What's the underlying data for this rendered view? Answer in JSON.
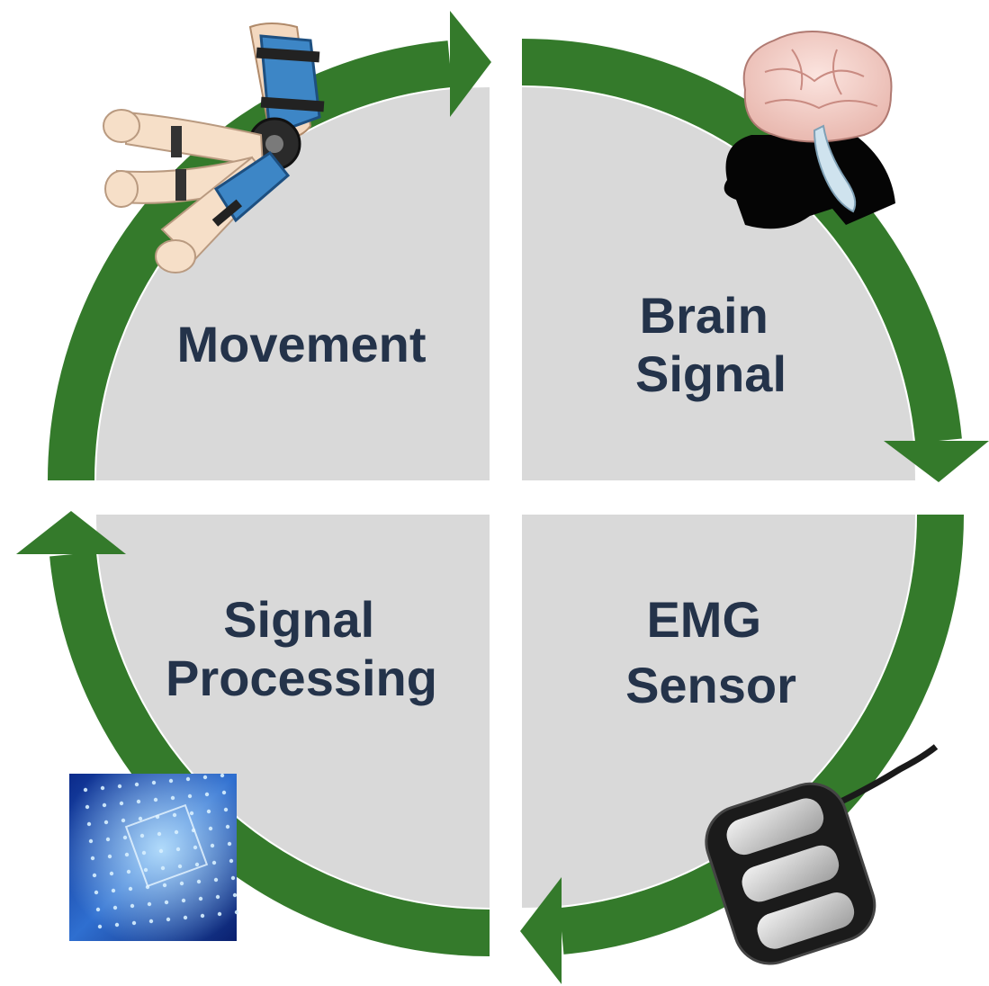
{
  "diagram": {
    "stages": [
      {
        "id": "movement",
        "lines": [
          "Movement"
        ],
        "icon": "arm-brace-icon"
      },
      {
        "id": "brain-signal",
        "lines": [
          "Brain",
          "Signal"
        ],
        "icon": "brain-head-icon"
      },
      {
        "id": "emg-sensor",
        "lines": [
          "EMG",
          "Sensor"
        ],
        "icon": "emg-electrode-icon"
      },
      {
        "id": "signal-processing",
        "lines": [
          "Signal",
          "Processing"
        ],
        "icon": "microchip-icon"
      }
    ],
    "flow": "clockwise",
    "colors": {
      "ring": "#347a2b",
      "quadrant": "#d9d9d9",
      "text": "#24334a"
    }
  }
}
